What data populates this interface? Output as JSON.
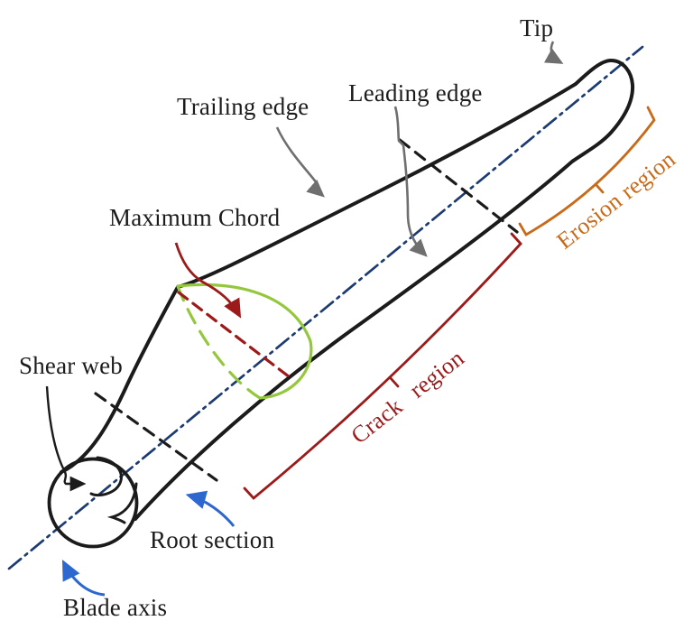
{
  "figure": {
    "type": "wind-turbine-blade-damage-schematic",
    "labels": {
      "tip": "Tip",
      "trailing_edge": "Trailing edge",
      "leading_edge": "Leading edge",
      "maximum_chord": "Maximum Chord",
      "shear_web": "Shear web",
      "root_section": "Root section",
      "blade_axis": "Blade axis",
      "crack_region": "Crack region",
      "erosion_region": "Erosion region"
    }
  },
  "colors": {
    "bg": "#ffffff",
    "ink": "#1b1b1b",
    "label": "#1c1c1c",
    "axis": "#1d3b73",
    "green": "#94c83c",
    "darkred": "#9c1a1a",
    "orange": "#c96a18",
    "gray": "#6f6f6f",
    "blue": "#2d68cf"
  }
}
